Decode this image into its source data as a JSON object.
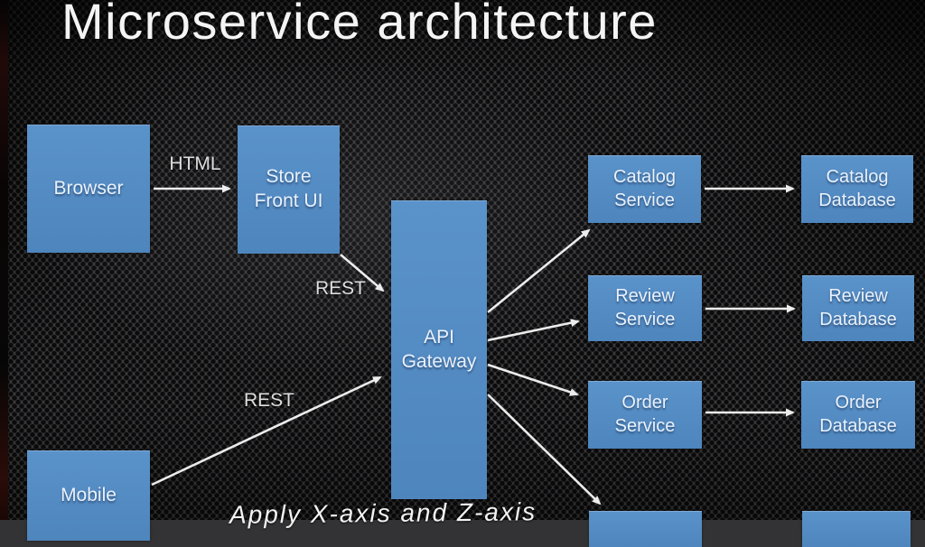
{
  "slide": {
    "title": "Microservice architecture"
  },
  "diagram": {
    "nodes": {
      "browser": {
        "label": "Browser"
      },
      "store_front_ui": {
        "label": "Store\nFront UI"
      },
      "api_gateway": {
        "label": "API\nGateway"
      },
      "mobile": {
        "label": "Mobile"
      },
      "catalog_service": {
        "label": "Catalog\nService"
      },
      "catalog_database": {
        "label": "Catalog\nDatabase"
      },
      "review_service": {
        "label": "Review\nService"
      },
      "review_database": {
        "label": "Review\nDatabase"
      },
      "order_service": {
        "label": "Order\nService"
      },
      "order_database": {
        "label": "Order\nDatabase"
      },
      "cutoff_service": {
        "label": ""
      },
      "cutoff_database": {
        "label": ""
      }
    },
    "edge_labels": {
      "browser_to_store": "HTML",
      "store_to_gateway": "REST",
      "mobile_to_gateway": "REST"
    },
    "annotation": "Apply X-axis and Z-axis"
  },
  "colors": {
    "node_fill": "#5289c2",
    "node_text": "#e9f1fb",
    "arrow": "#f5f5f5",
    "background": "#3a3a3c",
    "title_text": "#f4f4f4",
    "edge_label_text": "#dedede"
  }
}
